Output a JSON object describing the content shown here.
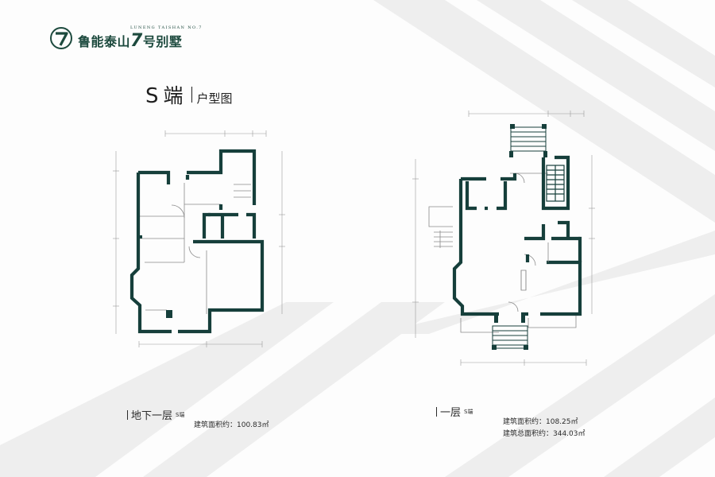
{
  "brand": {
    "name_en": "LUNENG TAISHAN NO.7",
    "name_cn_a": "鲁能泰山",
    "name_cn_seven": "7",
    "name_cn_b": "号别墅",
    "accent": "#1d4a3e"
  },
  "title": {
    "prefix": "S",
    "end": "端",
    "sub": "户型图"
  },
  "colors": {
    "wall": "#163f3b",
    "thin_line": "#8a8a8a",
    "stripe": "#ededed"
  },
  "plans": [
    {
      "name": "地下一层",
      "tag": "S端",
      "area_lines": [
        "建筑面积约：100.83㎡"
      ]
    },
    {
      "name": "一层",
      "tag": "S端",
      "area_lines": [
        "建筑面积约：108.25㎡",
        "建筑总面积约：344.03㎡"
      ]
    }
  ]
}
